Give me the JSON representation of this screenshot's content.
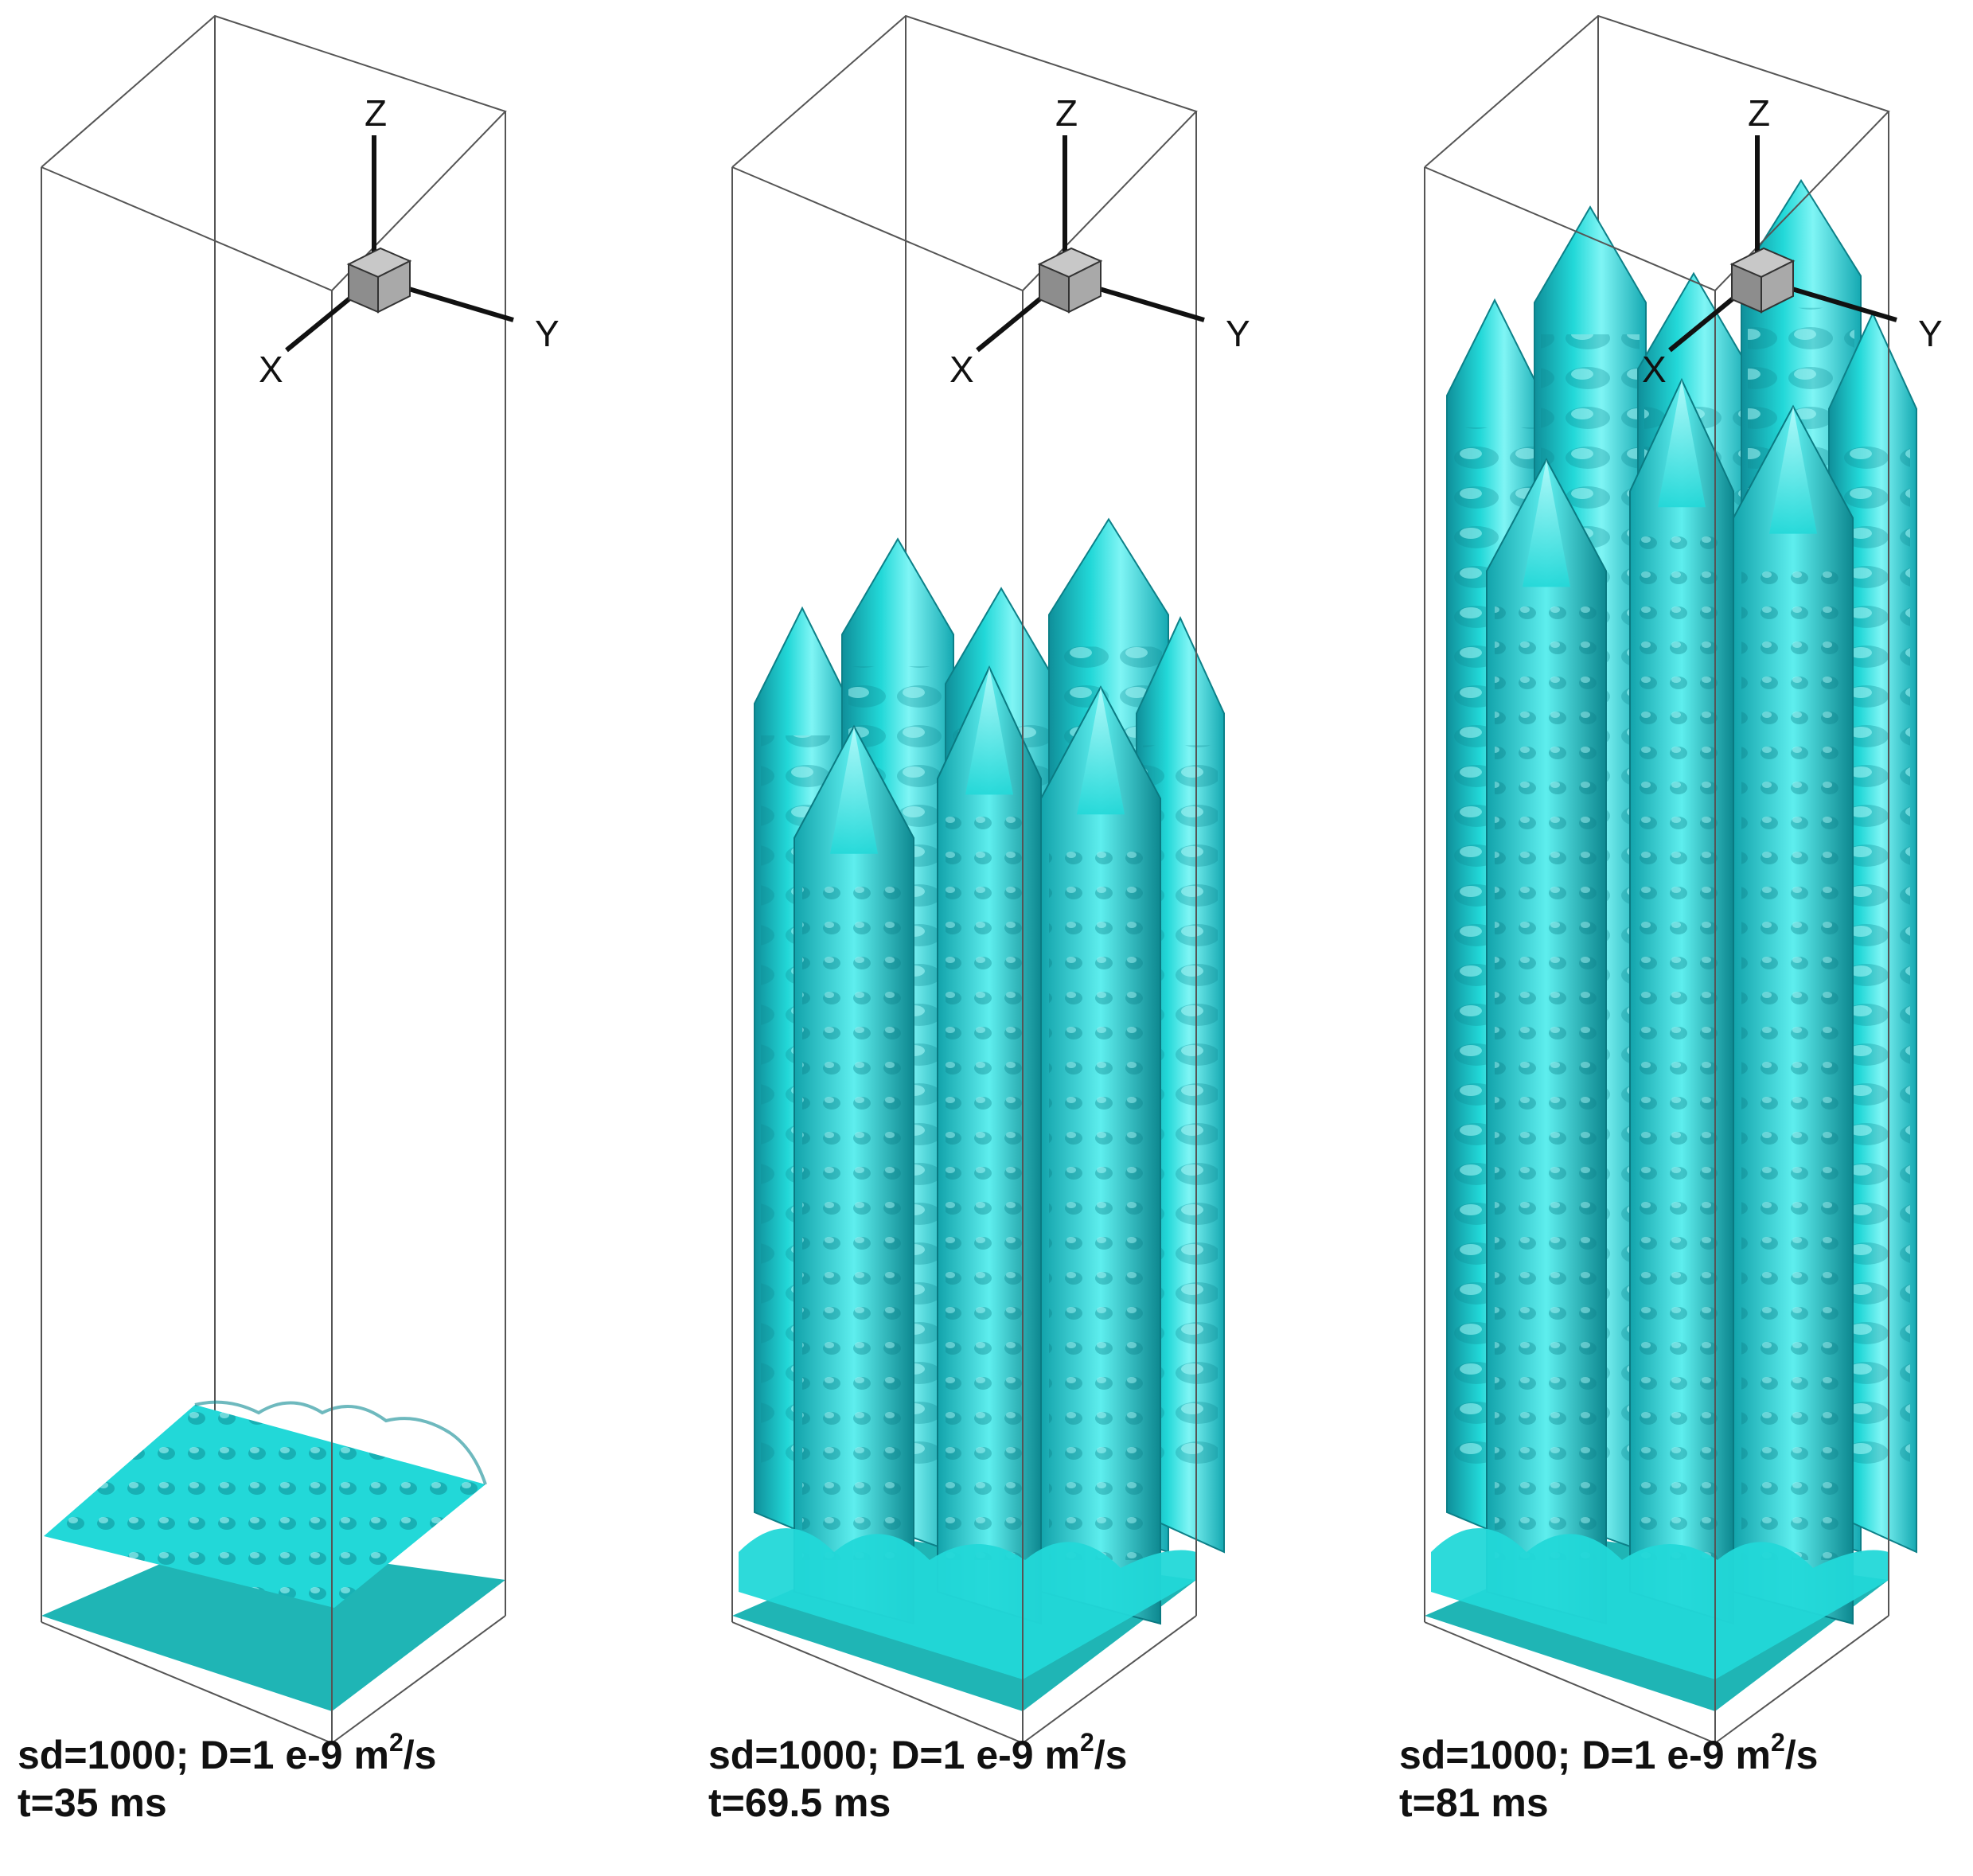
{
  "panels": [
    {
      "id": "t35",
      "caption_line1_prefix": "sd=1000; D=1 e-9 m",
      "caption_line1_exp": "2",
      "caption_line1_suffix": "/s",
      "caption_line2": "t=35 ms",
      "axis_labels": {
        "x": "X",
        "y": "Y",
        "z": "Z"
      }
    },
    {
      "id": "t69_5",
      "caption_line1_prefix": "sd=1000; D=1 e-9 m",
      "caption_line1_exp": "2",
      "caption_line1_suffix": "/s",
      "caption_line2": "t=69.5 ms",
      "axis_labels": {
        "x": "X",
        "y": "Y",
        "z": "Z"
      }
    },
    {
      "id": "t81",
      "caption_line1_prefix": "sd=1000; D=1 e-9 m",
      "caption_line1_exp": "2",
      "caption_line1_suffix": "/s",
      "caption_line2": "t=81 ms",
      "axis_labels": {
        "x": "X",
        "y": "Y",
        "z": "Z"
      }
    }
  ],
  "colors": {
    "isosurface": "#22d8d8",
    "isosurface_dark": "#0f8f9a",
    "isosurface_light": "#7ff5f5",
    "bottom_layer": "#1fb5b5",
    "box_edges": "#555555",
    "orientation_cube": "#9a9a9a"
  }
}
